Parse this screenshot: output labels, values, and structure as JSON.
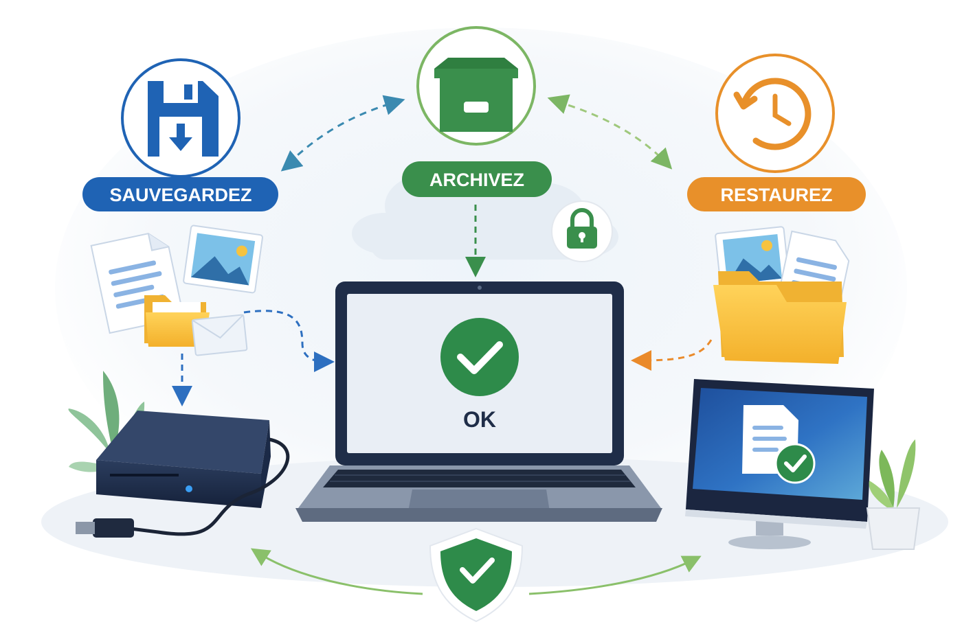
{
  "steps": {
    "backup": {
      "label": "SAUVEGARDEZ",
      "color": "#1f63b4",
      "icon": "floppy-disk-icon"
    },
    "archive": {
      "label": "ARCHIVEZ",
      "color": "#3a8f4c",
      "icon": "archive-box-icon"
    },
    "restore": {
      "label": "RESTAUREZ",
      "color": "#e8902a",
      "icon": "history-icon"
    }
  },
  "laptop": {
    "status_text": "OK",
    "status_color": "#2e8b4a"
  },
  "colors": {
    "backup_arrow": "#2d6fc0",
    "archive_arrow": "#7cb664",
    "restore_arrow": "#ea8a2a",
    "cycle_arrow": "#8ac06a"
  }
}
